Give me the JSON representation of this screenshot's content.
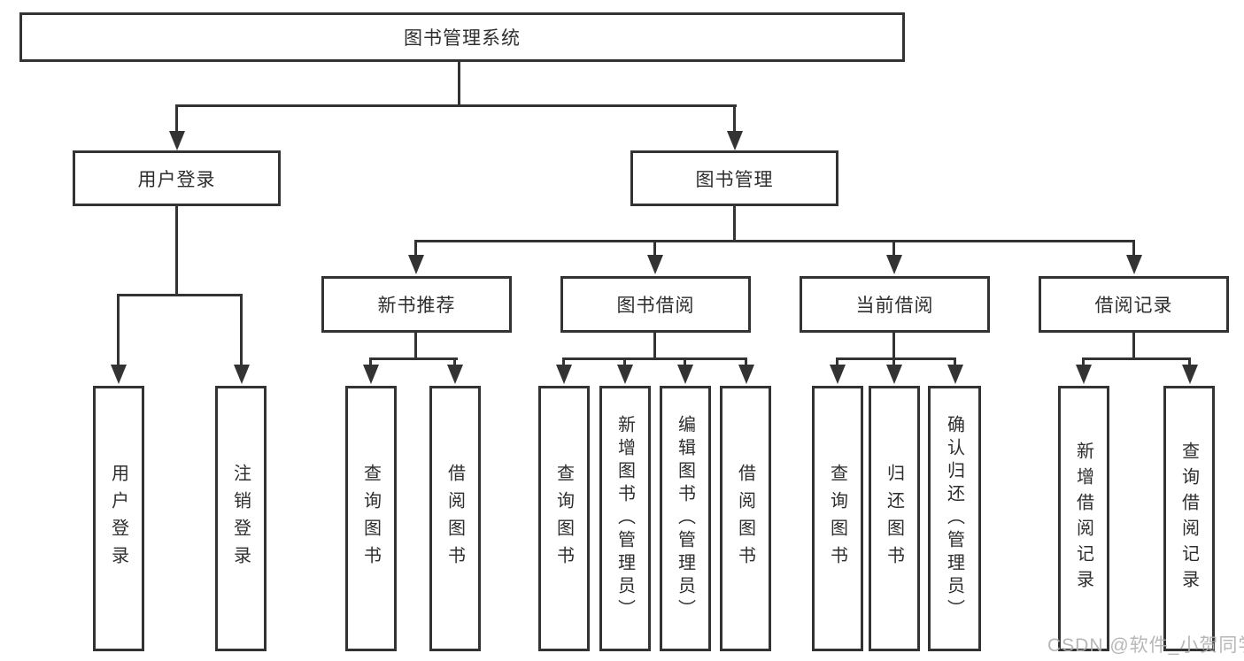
{
  "tree": {
    "label": "图书管理系统",
    "children": [
      {
        "label": "用户登录",
        "children": [
          {
            "label": "用户登录"
          },
          {
            "label": "注销登录"
          }
        ]
      },
      {
        "label": "图书管理",
        "children": [
          {
            "label": "新书推荐",
            "children": [
              {
                "label": "查询图书"
              },
              {
                "label": "借阅图书"
              }
            ]
          },
          {
            "label": "图书借阅",
            "children": [
              {
                "label": "查询图书"
              },
              {
                "label": "新增图书（管理员）"
              },
              {
                "label": "编辑图书（管理员）"
              },
              {
                "label": "借阅图书"
              }
            ]
          },
          {
            "label": "当前借阅",
            "children": [
              {
                "label": "查询图书"
              },
              {
                "label": "归还图书"
              },
              {
                "label": "确认归还（管理员）"
              }
            ]
          },
          {
            "label": "借阅记录",
            "children": [
              {
                "label": "新增借阅记录"
              },
              {
                "label": "查询借阅记录"
              }
            ]
          }
        ]
      }
    ]
  },
  "watermark": {
    "text": "CSDN @软件_小贺同学"
  },
  "colors": {
    "line": "#333333",
    "text": "#2e2e2e",
    "watermark": "#afafaf",
    "background": "#ffffff"
  }
}
